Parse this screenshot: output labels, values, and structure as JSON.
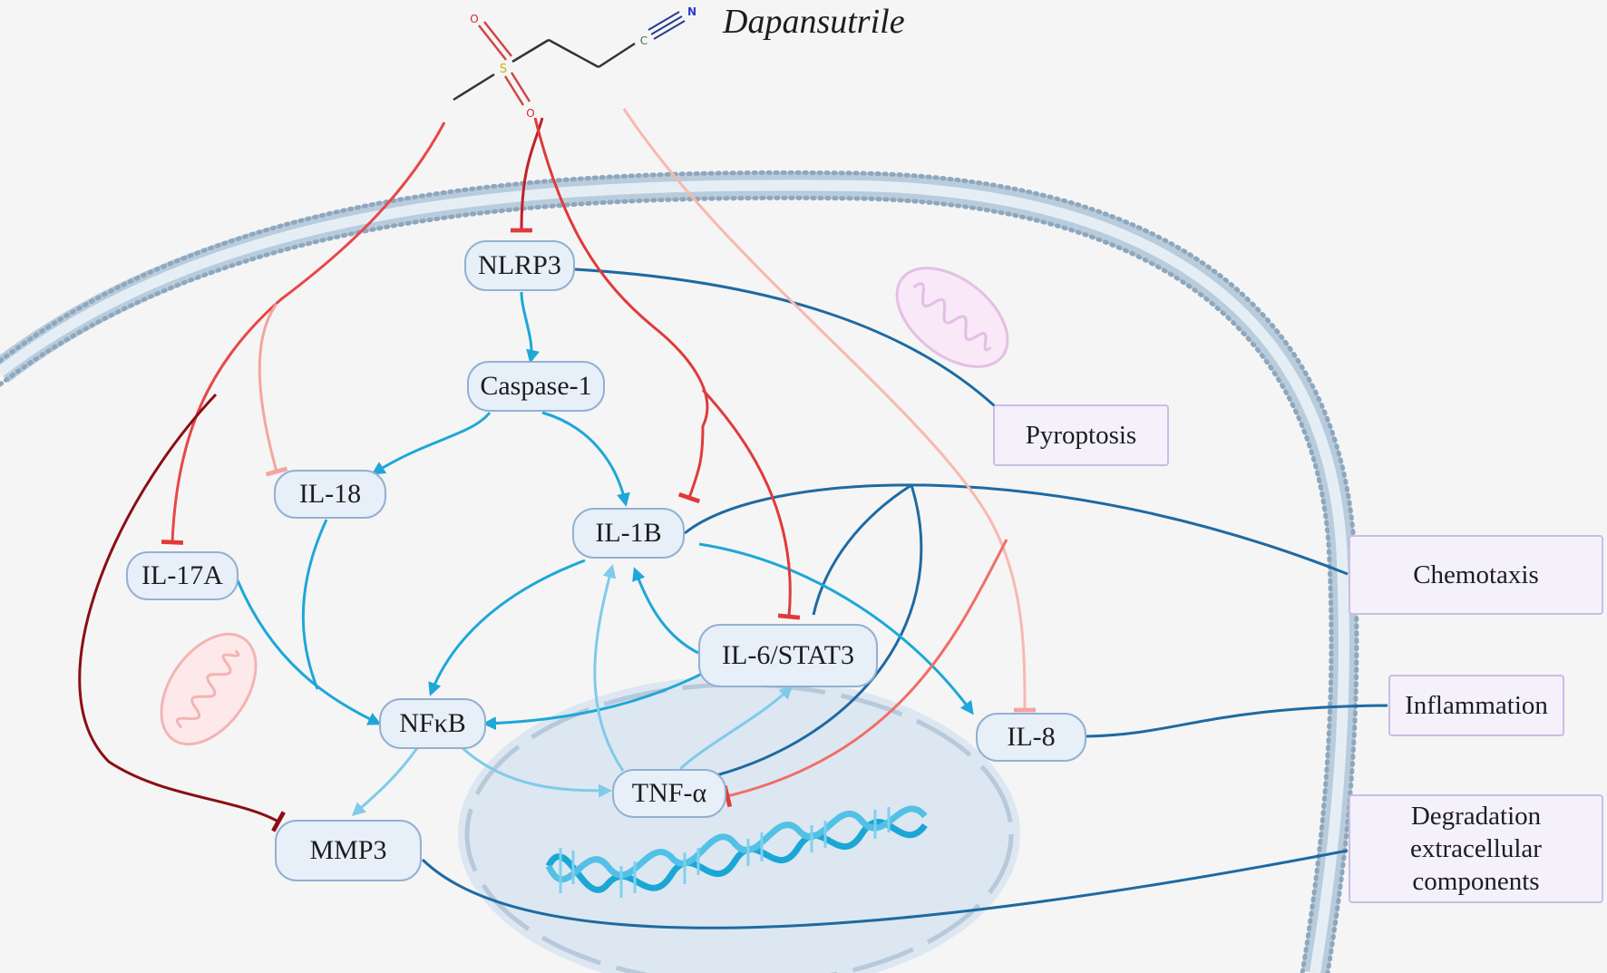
{
  "drug": {
    "name": "Dapansutrile",
    "atoms": {
      "o_top": "O",
      "o_bottom": "O",
      "s": "S",
      "c": "C",
      "n": "N"
    }
  },
  "nodes": {
    "nlrp3": "NLRP3",
    "caspase1": "Caspase-1",
    "il18": "IL-18",
    "il1b": "IL-1B",
    "il17a": "IL-17A",
    "il6stat3": "IL-6/STAT3",
    "nfkb": "NFκB",
    "il8": "IL-8",
    "tnfa": "TNF-α",
    "mmp3": "MMP3"
  },
  "outcomes": {
    "pyroptosis": "Pyroptosis",
    "chemotaxis": "Chemotaxis",
    "inflammation": "Inflammation",
    "degradation": [
      "Degradation",
      "extracellular",
      "components"
    ]
  },
  "colors": {
    "activation": "#1ea7d8",
    "activation_light": "#7fcbea",
    "outcome_link": "#1e6aa2",
    "inhibition_red": "#e03a3a",
    "inhibition_dark": "#8b0e14",
    "inhibition_light": "#f4a59f",
    "membrane": "#a7bfd3",
    "nucleus": "#dde7f1"
  }
}
